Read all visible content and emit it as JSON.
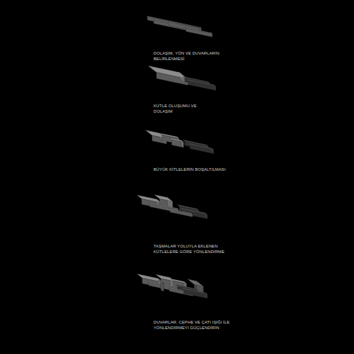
{
  "diagram": {
    "labels": [
      "DOLAŞIM, YÖN VE DUVARLARIN BELİRLENMESİ",
      "KÜTLE OLUŞUMU VE DOLAŞIM",
      "BÜYÜK KİTLELERİN BOŞALTILMASI",
      "TAŞMALAR YOLUYLA EKLENEN KÜTLELERE GÖRE YÖNLENDİRME",
      "DUVARLAR, CEPHE VE ÇATI IŞIĞI İLE YÖNLENDİRMEYİ GÜÇLENDİRİN"
    ]
  }
}
